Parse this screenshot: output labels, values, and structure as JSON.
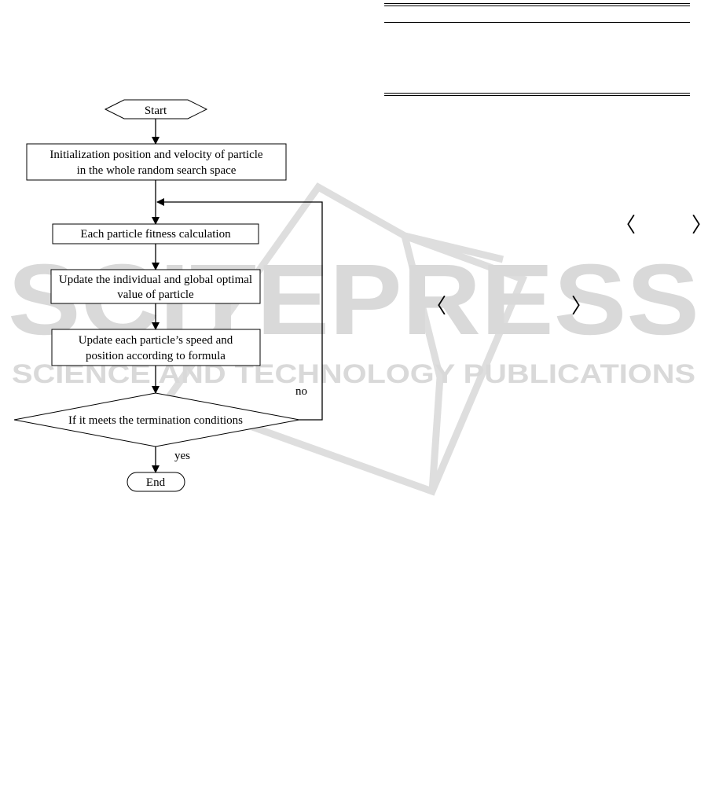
{
  "watermark": {
    "main": "SCITEPRESS",
    "sub": "SCIENCE AND TECHNOLOGY PUBLICATIONS",
    "color": "#d9d9d9"
  },
  "flowchart": {
    "start": "Start",
    "init_line1": "Initialization position and velocity of particle",
    "init_line2": "in the whole random search space",
    "fitness": "Each particle fitness calculation",
    "update_optimal_line1": "Update the individual and global optimal",
    "update_optimal_line2": "value of particle",
    "update_speed_line1": "Update each particle’s speed and",
    "update_speed_line2": "position according to formula",
    "decision": "If it meets the termination conditions",
    "no_label": "no",
    "yes_label": "yes",
    "end": "End"
  },
  "brackets": {
    "left": "〈",
    "right": "〉"
  }
}
